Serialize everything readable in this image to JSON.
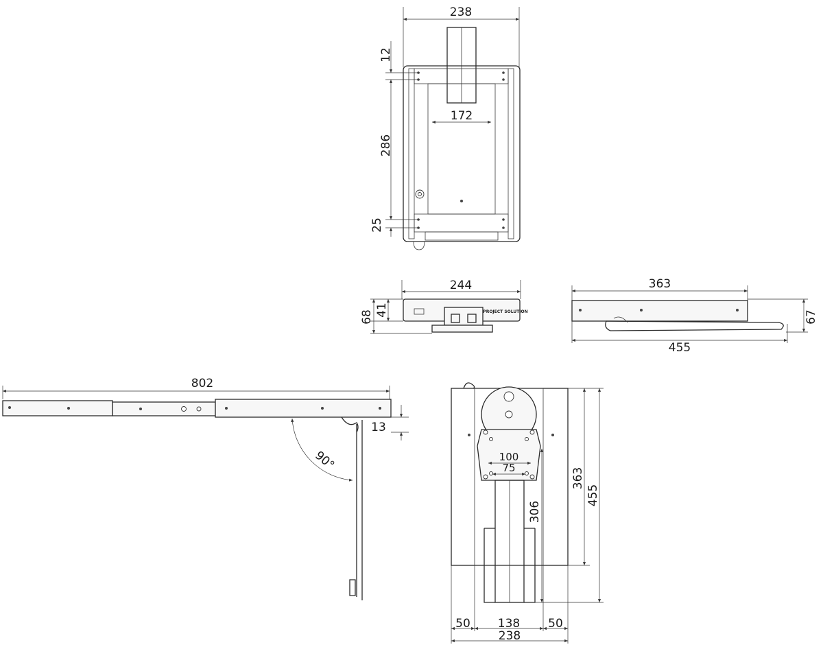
{
  "top_view": {
    "width": "238",
    "top_offset": "12",
    "height": "286",
    "bottom_offset": "25",
    "inner_width": "172"
  },
  "front_view": {
    "width": "244",
    "total_height": "68",
    "body_height": "41",
    "brand": "PROJECT SOLUTION"
  },
  "side_view": {
    "length": "363",
    "extended_length": "455",
    "height": "67"
  },
  "extended_view": {
    "length": "802",
    "offset": "13",
    "angle": "90°"
  },
  "bottom_view": {
    "vesa_outer": "100",
    "vesa_inner": "75",
    "length": "363",
    "total_length": "455",
    "travel": "306",
    "left_margin": "50",
    "center_width": "138",
    "right_margin": "50",
    "total_width": "238"
  }
}
